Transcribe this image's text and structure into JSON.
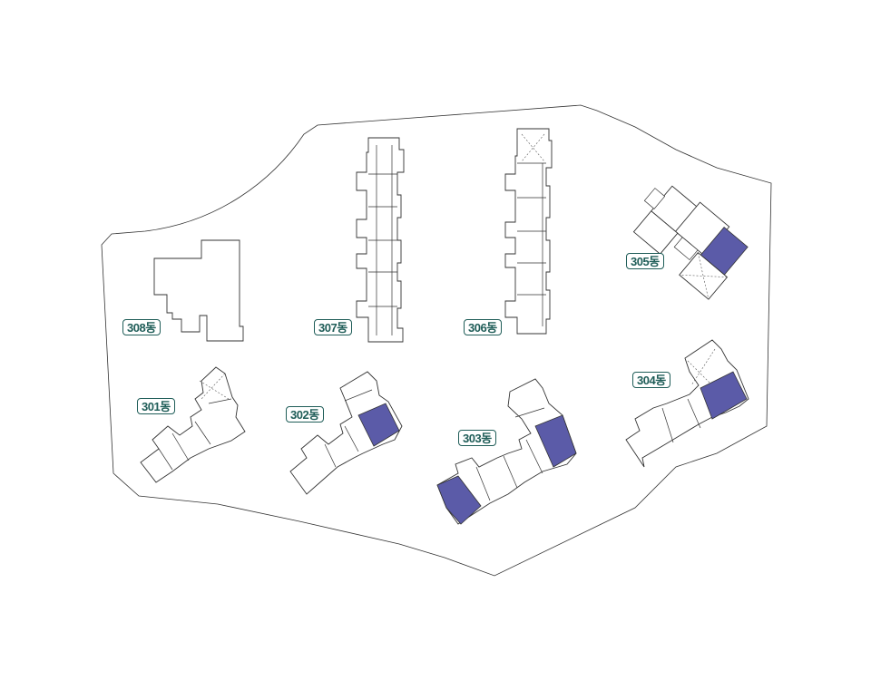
{
  "highlight_color": "#5b5ba8",
  "buildings": [
    {
      "id": "308",
      "label": "308동"
    },
    {
      "id": "307",
      "label": "307동"
    },
    {
      "id": "306",
      "label": "306동"
    },
    {
      "id": "305",
      "label": "305동"
    },
    {
      "id": "301",
      "label": "301동"
    },
    {
      "id": "302",
      "label": "302동"
    },
    {
      "id": "303",
      "label": "303동"
    },
    {
      "id": "304",
      "label": "304동"
    }
  ]
}
